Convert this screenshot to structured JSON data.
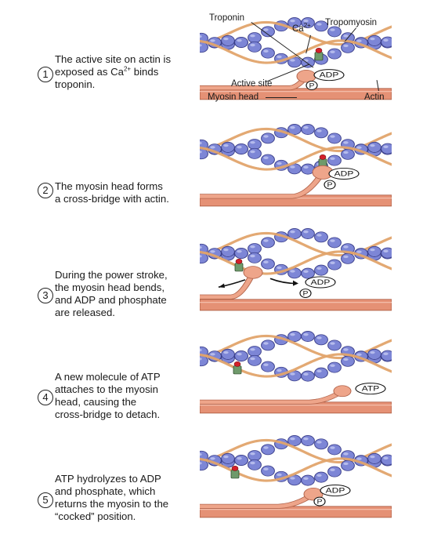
{
  "labels": {
    "troponin": "Troponin",
    "ca": "Ca",
    "ca_sup": "2+",
    "tropomyosin": "Tropomyosin",
    "active_site": "Active site",
    "myosin_head": "Myosin head",
    "actin": "Actin"
  },
  "steps": [
    {
      "number": "1",
      "lines": [
        "The active site on actin is",
        "exposed as Ca|2+| binds",
        "troponin."
      ],
      "pills": [
        "ADP"
      ],
      "phosphate": "P"
    },
    {
      "number": "2",
      "lines": [
        "The myosin head forms",
        "a cross-bridge with actin."
      ],
      "pills": [
        "ADP"
      ],
      "phosphate": "P"
    },
    {
      "number": "3",
      "lines": [
        "During the power stroke,",
        "the myosin head bends,",
        "and ADP and phosphate",
        "are released."
      ],
      "pills": [
        "ADP"
      ],
      "phosphate": "P"
    },
    {
      "number": "4",
      "lines": [
        "A new molecule of ATP",
        "attaches to the myosin",
        "head, causing the",
        "cross-bridge to detach."
      ],
      "pills": [
        "ATP"
      ],
      "phosphate": ""
    },
    {
      "number": "5",
      "lines": [
        "ATP hydrolyzes to ADP",
        "and phosphate, which",
        "returns the myosin to the",
        "“cocked” position."
      ],
      "pills": [
        "ADP"
      ],
      "phosphate": "P"
    }
  ],
  "colors": {
    "actin_fill": "#7d86d6",
    "actin_stroke": "#3b3f8a",
    "tropomyosin": "#e2a46b",
    "myosin": "#eea58a",
    "thick_filament": "#e59175",
    "troponin_green": "#6f9a6b",
    "calcium_red": "#d4202a"
  }
}
